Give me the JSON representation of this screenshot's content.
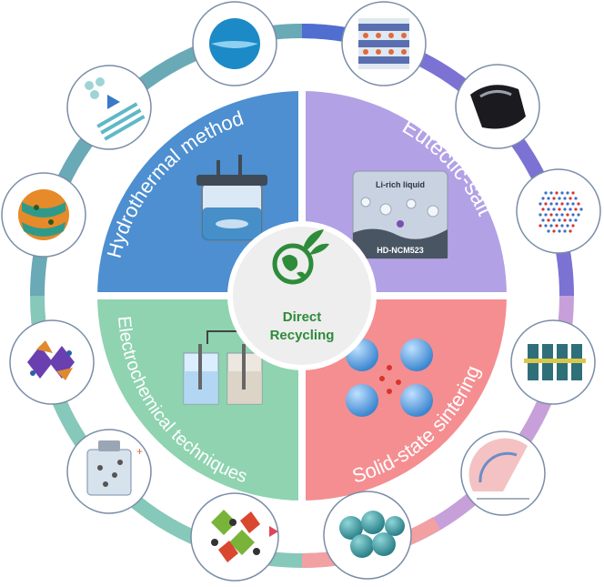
{
  "center": {
    "line1": "Direct",
    "line2": "Recycling",
    "icon": "globe-leaves-icon"
  },
  "quadrants": {
    "hydrothermal": {
      "label": "Hydrothermal method",
      "color": "#4d8fd0",
      "icon": "autoclave-reactor-icon"
    },
    "eutectic": {
      "label": "Eutectic-salt",
      "color": "#b3a1e6",
      "icon": "molten-salt-particle-icon",
      "inset_top": "Li-rich liquid",
      "inset_bottom": "HD-NCM523"
    },
    "electrochemical": {
      "label": "Electrochemical techniques",
      "color": "#8fd3b0",
      "icon": "electrolysis-cell-icon"
    },
    "solid_state": {
      "label": "Solid-state sintering",
      "color": "#f58e91",
      "icon": "sintering-particles-icon"
    }
  },
  "ring_colors": {
    "teal": "#6fb3b9",
    "purple": "#7f74d6",
    "pink": "#f2a0a2",
    "blue": "#4f6ed0"
  },
  "satellites": [
    {
      "name": "sphere-crystal-icon"
    },
    {
      "name": "layered-lattice-icon"
    },
    {
      "name": "black-particle-icon"
    },
    {
      "name": "atomic-lattice-icon"
    },
    {
      "name": "octahedra-layer-icon"
    },
    {
      "name": "phase-diagram-icon"
    },
    {
      "name": "sphere-cluster-icon"
    },
    {
      "name": "octahedra-arrow-icon"
    },
    {
      "name": "battery-cell-icon"
    },
    {
      "name": "spinel-octahedra-icon"
    },
    {
      "name": "striped-sphere-icon"
    },
    {
      "name": "nanocrystal-arrow-icon"
    }
  ]
}
